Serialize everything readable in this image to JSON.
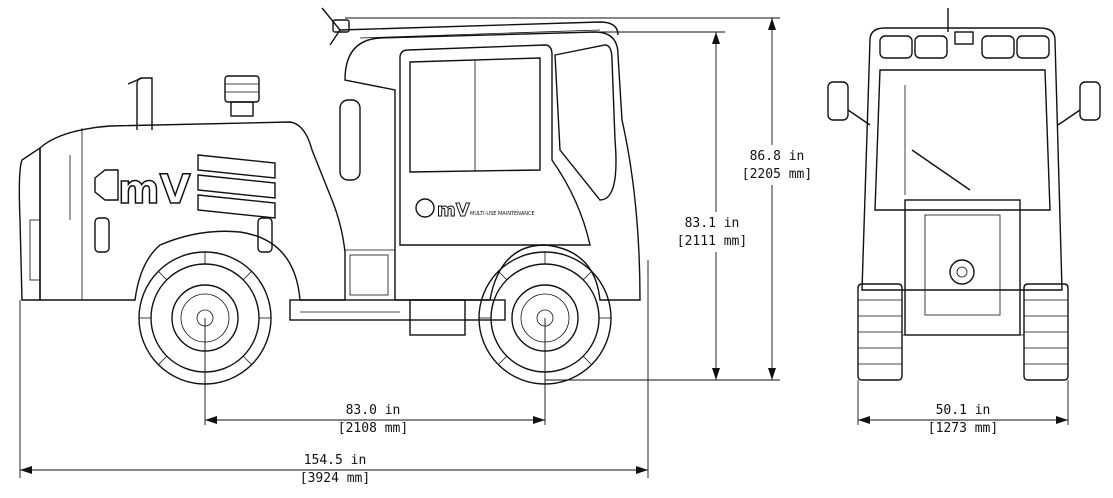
{
  "brand": {
    "logo_text": "mV",
    "body_text": "MULTI-USE MAINTENANCE"
  },
  "dimensions": {
    "overall_height": {
      "imperial": "86.8 in",
      "metric": "[2205 mm]"
    },
    "cab_height": {
      "imperial": "83.1 in",
      "metric": "[2111 mm]"
    },
    "wheelbase": {
      "imperial": "83.0 in",
      "metric": "[2108 mm]"
    },
    "overall_length": {
      "imperial": "154.5 in",
      "metric": "[3924 mm]"
    },
    "track_width": {
      "imperial": "50.1 in",
      "metric": "[1273 mm]"
    }
  }
}
